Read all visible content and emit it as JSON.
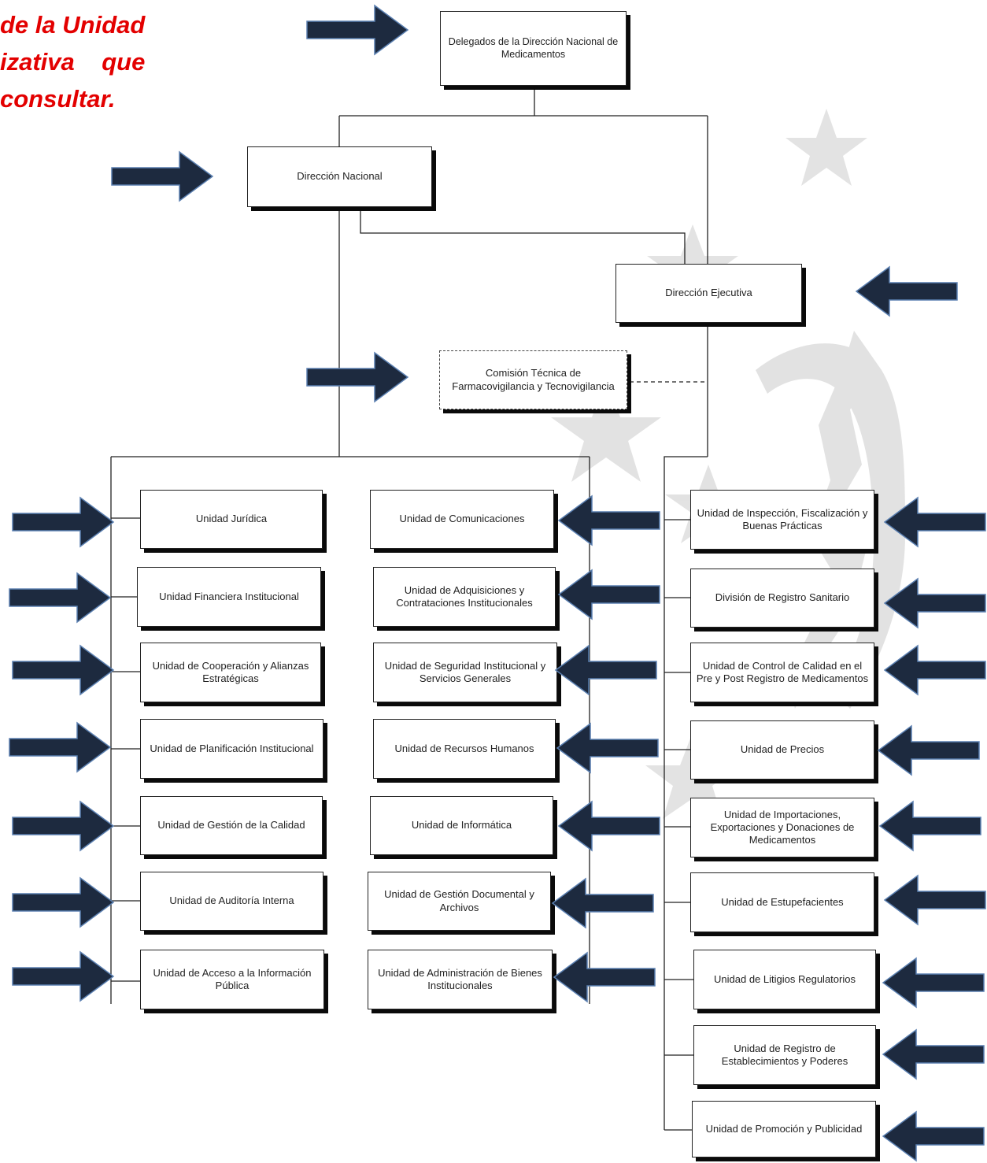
{
  "instruction": {
    "lines": [
      "de la Unidad",
      "izativa    que",
      "consultar."
    ]
  },
  "colors": {
    "arrow": "#1d2a3f",
    "instruction_text": "#e30000",
    "line": "#222222",
    "watermark": "#d9d9d9"
  },
  "units": {
    "delegados": "Delegados de la Dirección Nacional de Medicamentos",
    "direccion_nacional": "Dirección Nacional",
    "direccion_ejecutiva": "Dirección Ejecutiva",
    "comision": "Comisión Técnica de Farmacovigilancia y Tecnovigilancia",
    "left_column": [
      "Unidad Jurídica",
      "Unidad Financiera Institucional",
      "Unidad de Cooperación y Alianzas Estratégicas",
      "Unidad de Planificación Institucional",
      "Unidad de Gestión de la Calidad",
      "Unidad de Auditoría Interna",
      "Unidad de Acceso a la Información Pública"
    ],
    "middle_column": [
      "Unidad de Comunicaciones",
      "Unidad de Adquisiciones y Contrataciones Institucionales",
      "Unidad de Seguridad Institucional y Servicios Generales",
      "Unidad de Recursos Humanos",
      "Unidad de Informática",
      "Unidad de Gestión Documental y Archivos",
      "Unidad de Administración de Bienes Institucionales"
    ],
    "right_column": [
      "Unidad de Inspección, Fiscalización y Buenas Prácticas",
      "División de Registro Sanitario",
      "Unidad de Control de Calidad en el Pre y Post Registro de Medicamentos",
      "Unidad de Precios",
      "Unidad de Importaciones, Exportaciones y Donaciones de Medicamentos",
      "Unidad de Estupefacientes",
      "Unidad de Litigios Regulatorios",
      "Unidad de Registro de Establecimientos y Poderes",
      "Unidad de Promoción y Publicidad"
    ]
  }
}
